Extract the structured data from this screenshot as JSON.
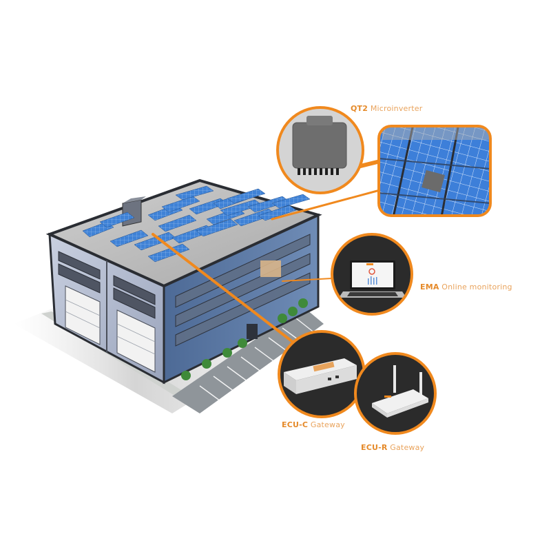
{
  "diagram": {
    "subject": "Commercial building rooftop solar system with microinverters, gateways and online monitoring",
    "accent_color": "#f0891e",
    "callout_dark_bg": "#2b2b2b",
    "components": [
      {
        "id": "qt2",
        "label_strong": "QT2",
        "label_light": "Microinverter",
        "icon": "microinverter-icon"
      },
      {
        "id": "ema",
        "label_strong": "EMA",
        "label_light": "Online monitoring",
        "icon": "laptop-icon"
      },
      {
        "id": "ecu-c",
        "label_strong": "ECU-C",
        "label_light": "Gateway",
        "icon": "din-rail-gateway-icon"
      },
      {
        "id": "ecu-r",
        "label_strong": "ECU-R",
        "label_light": "Gateway",
        "icon": "wifi-router-icon"
      }
    ],
    "building": {
      "description": "Two-storey industrial building with roof-mounted solar panel arrays, two garage doors, parking lot",
      "garage_doors": 2
    }
  }
}
